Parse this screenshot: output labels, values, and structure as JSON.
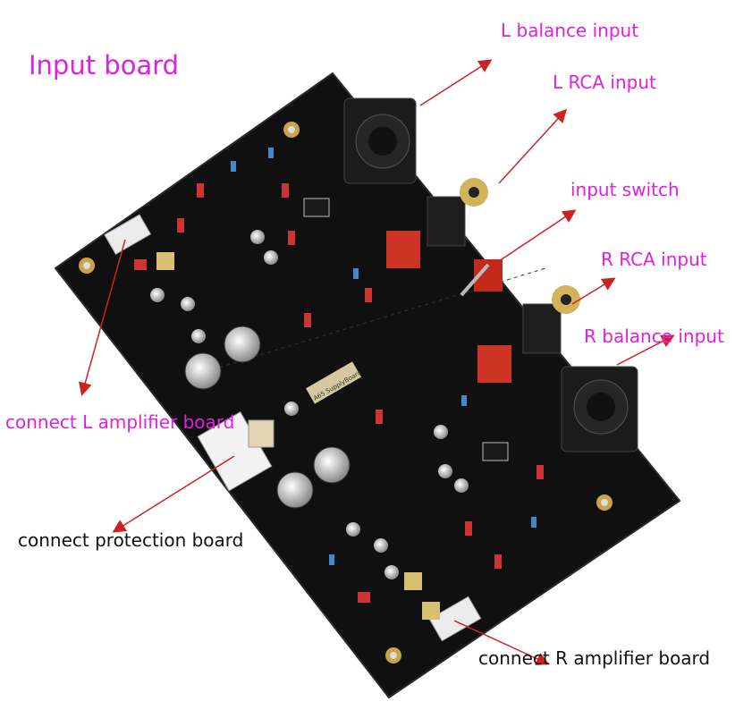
{
  "title": "Input board",
  "labels": {
    "l_balance": "L balance input",
    "l_rca": "L RCA input",
    "input_switch": "input switch",
    "r_rca": "R RCA input",
    "r_balance": "R balance input",
    "connect_l": "connect L amplifier board",
    "connect_protection": "connect protection board",
    "connect_r": "connect R amplifier board"
  },
  "pcb_text": {
    "supply_board": "A65 SupplyBoard"
  },
  "colors": {
    "label_accent": "#e020e0",
    "label_dark": "#111111",
    "arrow": "#cc2222",
    "pcb": "#101010"
  }
}
